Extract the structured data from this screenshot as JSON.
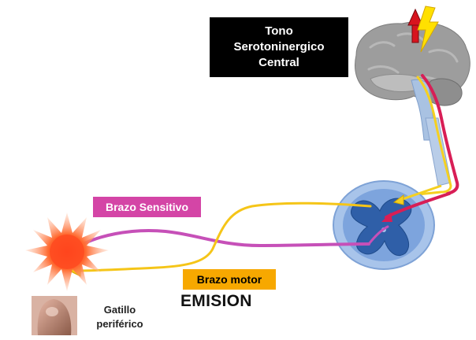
{
  "labels": {
    "tono_lines": [
      "Tono",
      "Serotoninergico",
      "Central"
    ],
    "brazo_sensitivo": "Brazo Sensitivo",
    "brazo_motor": "Brazo motor",
    "emision": "EMISION",
    "gatillo_lines": [
      "Gatillo",
      "periférico"
    ]
  },
  "colors": {
    "tono_box": "#000000",
    "sensitivo_box": "#d445a6",
    "motor_box": "#f7a800",
    "sensory_path": "#c650b8",
    "motor_path": "#f5c518",
    "burst": "#ff5a2a",
    "spinal_cord_outer": "#8fb4e3",
    "spinal_cord_gray": "#2f5fa8",
    "brain": "#9a9a9a",
    "lightning": "#ffe000",
    "up_arrow": "#d8141e"
  }
}
